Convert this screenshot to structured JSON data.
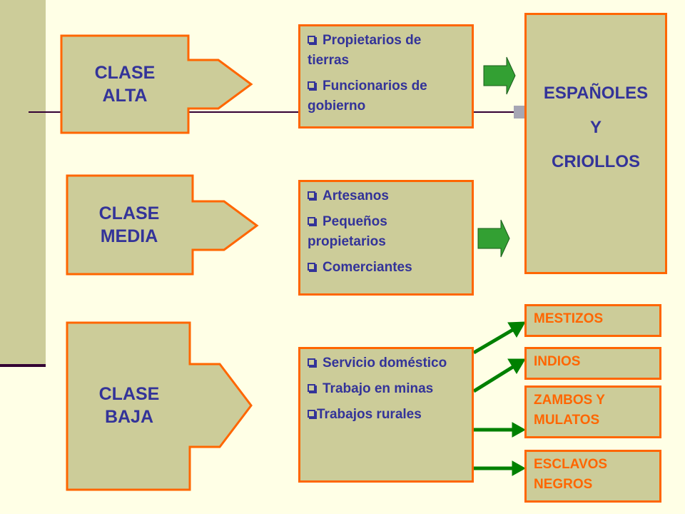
{
  "colors": {
    "background": "#ffffe6",
    "box_fill": "#cccc99",
    "box_border": "#ff6600",
    "text_blue": "#333399",
    "text_orange": "#ff6600",
    "green_arrow": "#33a033",
    "line_dark": "#330033"
  },
  "classes": {
    "alta": {
      "line1": "CLASE",
      "line2": "ALTA"
    },
    "media": {
      "line1": "CLASE",
      "line2": "MEDIA"
    },
    "baja": {
      "line1": "CLASE",
      "line2": "BAJA"
    }
  },
  "lists": {
    "alta": [
      "Propietarios de tierras",
      "Funcionarios de gobierno"
    ],
    "media": [
      "Artesanos",
      "Pequeños propietarios",
      "Comerciantes"
    ],
    "baja": [
      "Servicio doméstico",
      "Trabajo en minas",
      "Trabajos rurales"
    ]
  },
  "elite": {
    "line1": "ESPAÑOLES",
    "line2": "Y",
    "line3": "CRIOLLOS"
  },
  "groups": [
    "MESTIZOS",
    "INDIOS",
    "ZAMBOS Y MULATOS",
    "ESCLAVOS NEGROS"
  ],
  "icons": {
    "bullet": "hollow-square-bullet-icon"
  }
}
